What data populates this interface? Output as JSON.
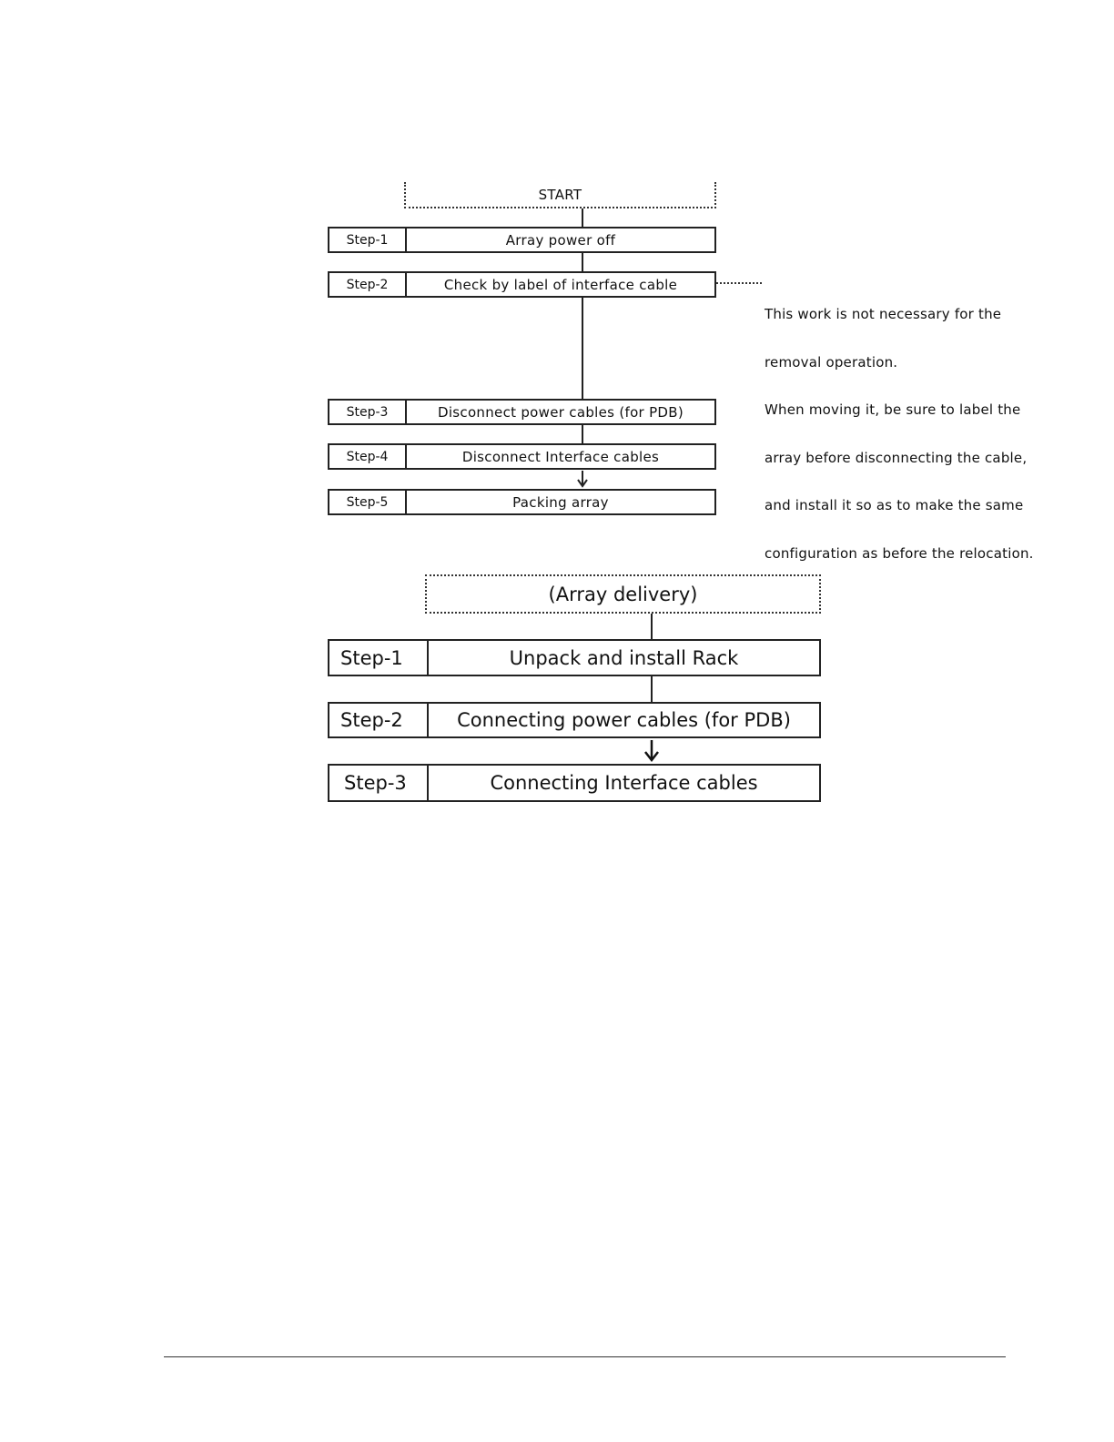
{
  "flowchart_removal": {
    "start_label": "START",
    "steps": [
      {
        "id": "Step-1",
        "text": "Array power off"
      },
      {
        "id": "Step-2",
        "text": "Check by label of interface cable"
      },
      {
        "id": "Step-3",
        "text": "Disconnect power cables (for PDB)"
      },
      {
        "id": "Step-4",
        "text": "Disconnect Interface cables"
      },
      {
        "id": "Step-5",
        "text": "Packing array"
      }
    ],
    "note_lines": [
      "This work is not necessary for the",
      "removal operation.",
      "When moving it, be sure to label the",
      "array before disconnecting the cable,",
      "and install it so as to make the same",
      "configuration as before the relocation."
    ]
  },
  "flowchart_install": {
    "start_label": "(Array delivery)",
    "steps": [
      {
        "id": "Step-1",
        "text": "Unpack and install Rack"
      },
      {
        "id": "Step-2",
        "text": "Connecting power cables (for PDB)"
      },
      {
        "id": "Step-3",
        "text": "Connecting Interface cables"
      }
    ]
  }
}
